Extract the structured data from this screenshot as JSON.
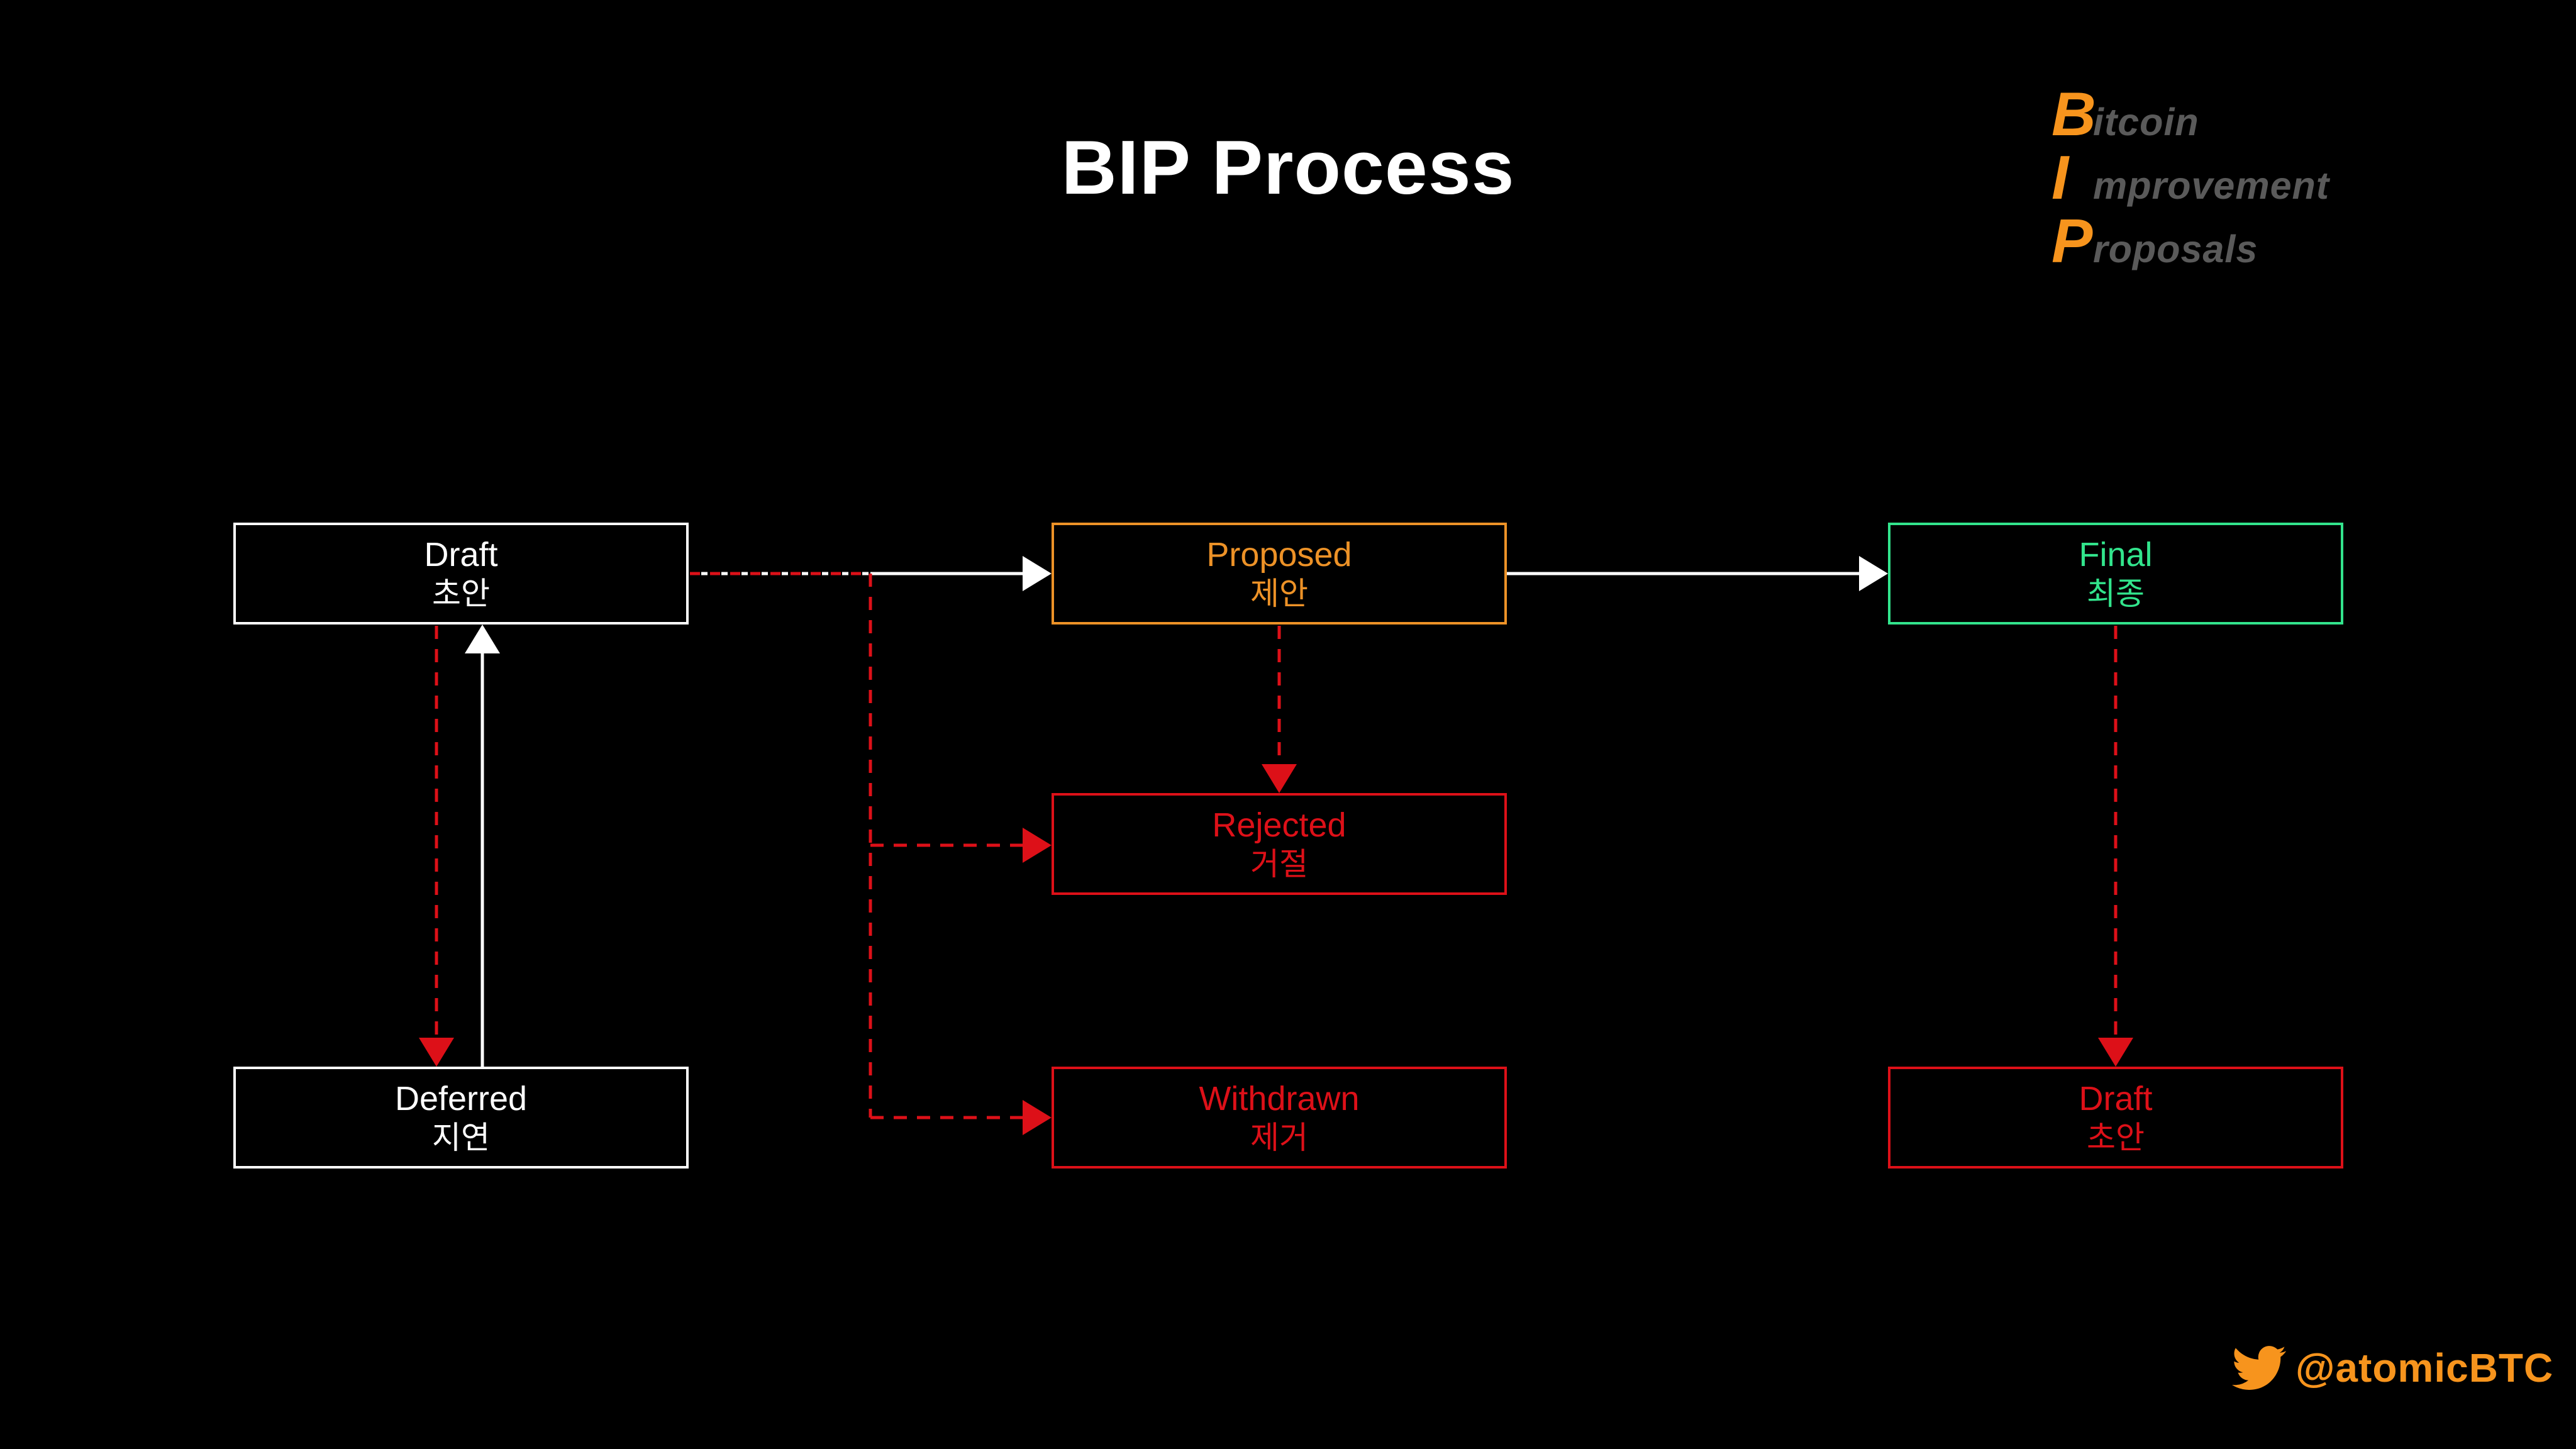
{
  "title": "BIP Process",
  "logo": {
    "lines": [
      {
        "initial": "B",
        "rest": "itcoin"
      },
      {
        "initial": "I",
        "rest": "mprovement"
      },
      {
        "initial": "P",
        "rest": "roposals"
      }
    ]
  },
  "nodes": {
    "draft": {
      "label": "Draft",
      "sublabel": "초안",
      "color": "#FFFFFF"
    },
    "proposed": {
      "label": "Proposed",
      "sublabel": "제안",
      "color": "#ED9227"
    },
    "final": {
      "label": "Final",
      "sublabel": "최종",
      "color": "#32E48C"
    },
    "rejected": {
      "label": "Rejected",
      "sublabel": "거절",
      "color": "#DD1018"
    },
    "withdrawn": {
      "label": "Withdrawn",
      "sublabel": "제거",
      "color": "#DD1018"
    },
    "deferred": {
      "label": "Deferred",
      "sublabel": "지연",
      "color": "#FFFFFF"
    },
    "final_draft": {
      "label": "Draft",
      "sublabel": "초안",
      "color": "#DD1018"
    }
  },
  "edges": [
    {
      "from": "draft",
      "to": "proposed",
      "style": "dashed red-white then solid white",
      "arrow": "white"
    },
    {
      "from": "proposed",
      "to": "final",
      "style": "solid white",
      "arrow": "white"
    },
    {
      "from": "proposed",
      "to": "rejected",
      "style": "dashed red",
      "arrow": "red"
    },
    {
      "from": "draft",
      "to": "rejected",
      "style": "dashed red",
      "arrow": "red"
    },
    {
      "from": "draft",
      "to": "withdrawn",
      "style": "dashed red",
      "arrow": "red"
    },
    {
      "from": "draft",
      "to": "deferred",
      "style": "dashed red",
      "arrow": "red"
    },
    {
      "from": "deferred",
      "to": "draft",
      "style": "solid white",
      "arrow": "white"
    },
    {
      "from": "final",
      "to": "final_draft",
      "style": "dashed red",
      "arrow": "red"
    }
  ],
  "footer": {
    "handle": "@atomicBTC",
    "icon": "twitter-bird-icon"
  },
  "colors": {
    "background": "#000000",
    "white": "#FFFFFF",
    "orange": "#ED9227",
    "logo_orange": "#F7941D",
    "green": "#32E48C",
    "red": "#DD1018",
    "logo_gray": "#5A5A5A"
  }
}
